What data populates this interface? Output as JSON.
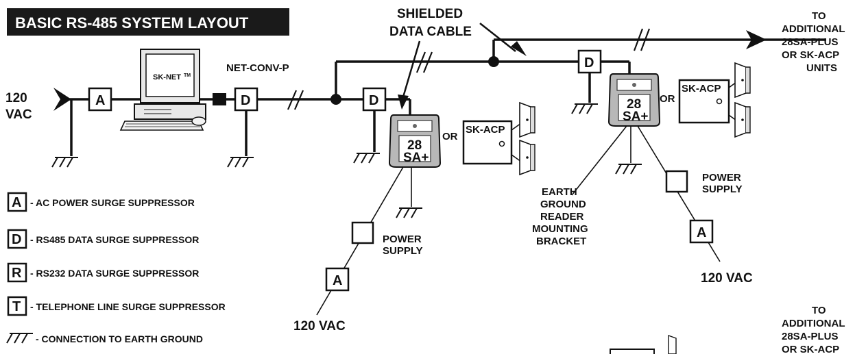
{
  "title": "BASIC RS-485 SYSTEM LAYOUT",
  "labels": {
    "shielded_cable": [
      "SHIELDED",
      "DATA CABLE"
    ],
    "to_additional_top": [
      "TO",
      "ADDITIONAL",
      "28SA-PLUS",
      "OR SK-ACP",
      "UNITS"
    ],
    "to_additional_bottom": [
      "TO",
      "ADDITIONAL",
      "28SA-PLUS",
      "OR SK-ACP"
    ],
    "vac_left": [
      "120",
      "VAC"
    ],
    "computer_screen": "SK-NET",
    "computer_tm": "TM",
    "net_conv": "NET-CONV-P",
    "or": "OR",
    "sk_acp": "SK-ACP",
    "reader_line1": "28",
    "reader_line2": "SA+",
    "power_supply": [
      "POWER",
      "SUPPLY"
    ],
    "vac_bottom": "120 VAC",
    "earth_bracket": [
      "EARTH",
      "GROUND",
      "READER",
      "MOUNTING",
      "BRACKET"
    ]
  },
  "box_letters": {
    "ac": "A",
    "data485": "D",
    "data232": "R",
    "phone": "T"
  },
  "legend": [
    {
      "symbol": "A",
      "text": "- AC POWER SURGE SUPPRESSOR"
    },
    {
      "symbol": "D",
      "text": "- RS485 DATA SURGE SUPPRESSOR"
    },
    {
      "symbol": "R",
      "text": "- RS232 DATA SURGE SUPPRESSOR"
    },
    {
      "symbol": "T",
      "text": "- TELEPHONE LINE SURGE SUPPRESSOR"
    },
    {
      "symbol": "ground-icon",
      "text": "- CONNECTION TO EARTH GROUND"
    }
  ],
  "colors": {
    "ink": "#111111",
    "reader_body": "#b8b8b8",
    "title_bg": "#1a1a1a"
  }
}
